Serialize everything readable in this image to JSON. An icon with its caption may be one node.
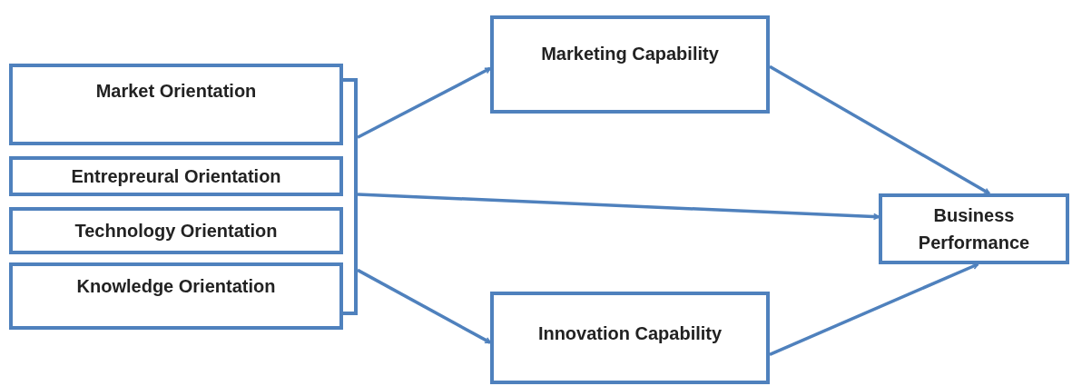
{
  "diagram": {
    "nodes": [
      {
        "text": [
          "Market Orientation"
        ]
      },
      {
        "text": [
          "Entrepreural Orientation"
        ]
      },
      {
        "text": [
          "Technology Orientation"
        ]
      },
      {
        "text": [
          "Knowledge Orientation"
        ]
      },
      {
        "text": [],
        "shape": "bracket"
      },
      {
        "text": [
          "Marketing Capability"
        ]
      },
      {
        "text": [
          "Business Performance"
        ]
      },
      {
        "text": [
          "Innovation Capability"
        ]
      }
    ],
    "edges": [
      {
        "from": 4,
        "to": 5,
        "arrow": "to"
      },
      {
        "from": 4,
        "to": 6,
        "arrow": "to"
      },
      {
        "from": 4,
        "to": 7,
        "arrow": "to"
      },
      {
        "from": 5,
        "to": 6,
        "arrow": "to"
      },
      {
        "from": 7,
        "to": 6,
        "arrow": "to"
      }
    ]
  }
}
